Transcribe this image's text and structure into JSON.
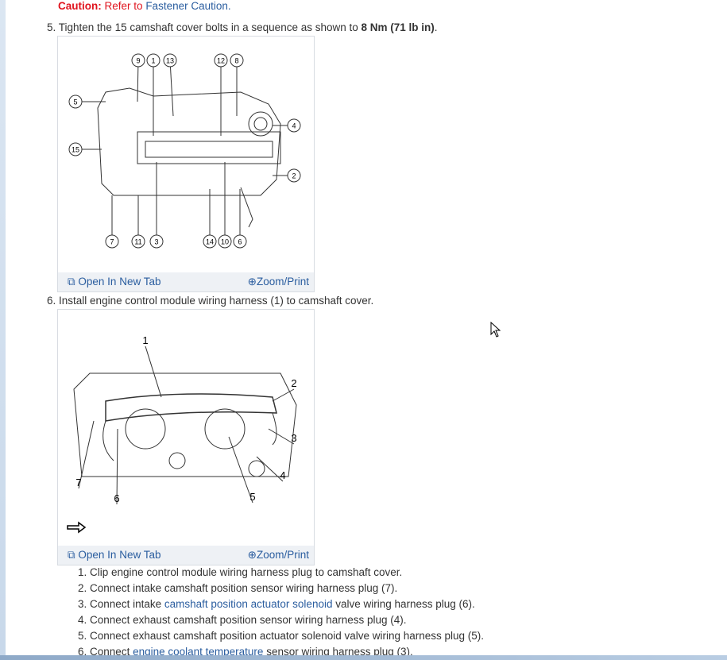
{
  "caution": {
    "label": "Caution:",
    "text": "Refer to",
    "link": "Fastener Caution."
  },
  "steps": [
    {
      "num": "5.",
      "text": "Tighten the 15 camshaft cover bolts in a sequence as shown to",
      "bold": "8 Nm (71 lb in)",
      "end": "."
    },
    {
      "num": "6.",
      "text": "Install engine control module wiring harness (1) to camshaft cover."
    }
  ],
  "figures": [
    {
      "callouts": [
        "9",
        "1",
        "13",
        "12",
        "8",
        "5",
        "15",
        "4",
        "2",
        "7",
        "11",
        "3",
        "14",
        "10",
        "6"
      ],
      "open_label": "Open In New Tab",
      "zoom_label": "Zoom/Print"
    },
    {
      "callouts": [
        "1",
        "2",
        "3",
        "4",
        "5",
        "6",
        "7"
      ],
      "open_label": "Open In New Tab",
      "zoom_label": "Zoom/Print"
    }
  ],
  "substeps": [
    {
      "num": "1.",
      "pre": "Clip engine control module wiring harness plug to camshaft cover.",
      "link": "",
      "post": ""
    },
    {
      "num": "2.",
      "pre": "Connect intake camshaft position sensor wiring harness plug (7).",
      "link": "",
      "post": ""
    },
    {
      "num": "3.",
      "pre": "Connect intake ",
      "link": "camshaft position actuator solenoid",
      "post": " valve wiring harness plug (6)."
    },
    {
      "num": "4.",
      "pre": "Connect exhaust camshaft position sensor wiring harness plug (4).",
      "link": "",
      "post": ""
    },
    {
      "num": "5.",
      "pre": "Connect exhaust camshaft position actuator solenoid valve wiring harness plug (5).",
      "link": "",
      "post": ""
    },
    {
      "num": "6.",
      "pre": "Connect ",
      "link": "engine coolant temperature",
      "post": " sensor wiring harness plug (3)."
    }
  ],
  "colors": {
    "caution": "#e0141e",
    "link": "#2a5d9f",
    "figbar": "#eef1f5"
  }
}
